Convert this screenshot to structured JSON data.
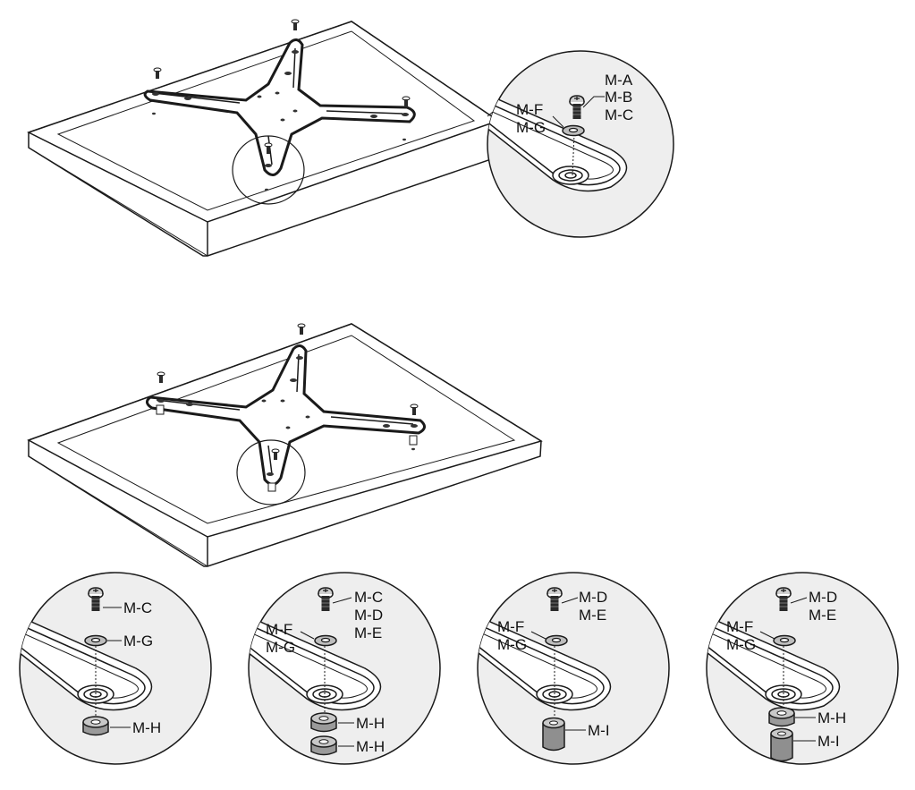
{
  "top_detail": {
    "labels": [
      "M-A",
      "M-B",
      "M-C",
      "M-F",
      "M-G"
    ]
  },
  "details": [
    {
      "labels": [
        "M-C",
        "M-G",
        "M-H"
      ]
    },
    {
      "labels": [
        "M-C",
        "M-D",
        "M-E",
        "M-F",
        "M-G",
        "M-H",
        "M-H"
      ]
    },
    {
      "labels": [
        "M-D",
        "M-E",
        "M-F",
        "M-G",
        "M-I"
      ]
    },
    {
      "labels": [
        "M-D",
        "M-E",
        "M-F",
        "M-G",
        "M-H",
        "M-I"
      ]
    }
  ],
  "colors": {
    "line": "#1a1a1a",
    "circle_fill": "#eeeeee",
    "spacer_fill": "#9a9a9a",
    "washer_fill": "#bdbdbd",
    "bracket": "#222222"
  },
  "icons": [
    "tv-panel",
    "cross-bracket",
    "screw-icon",
    "washer-icon",
    "spacer-icon"
  ]
}
